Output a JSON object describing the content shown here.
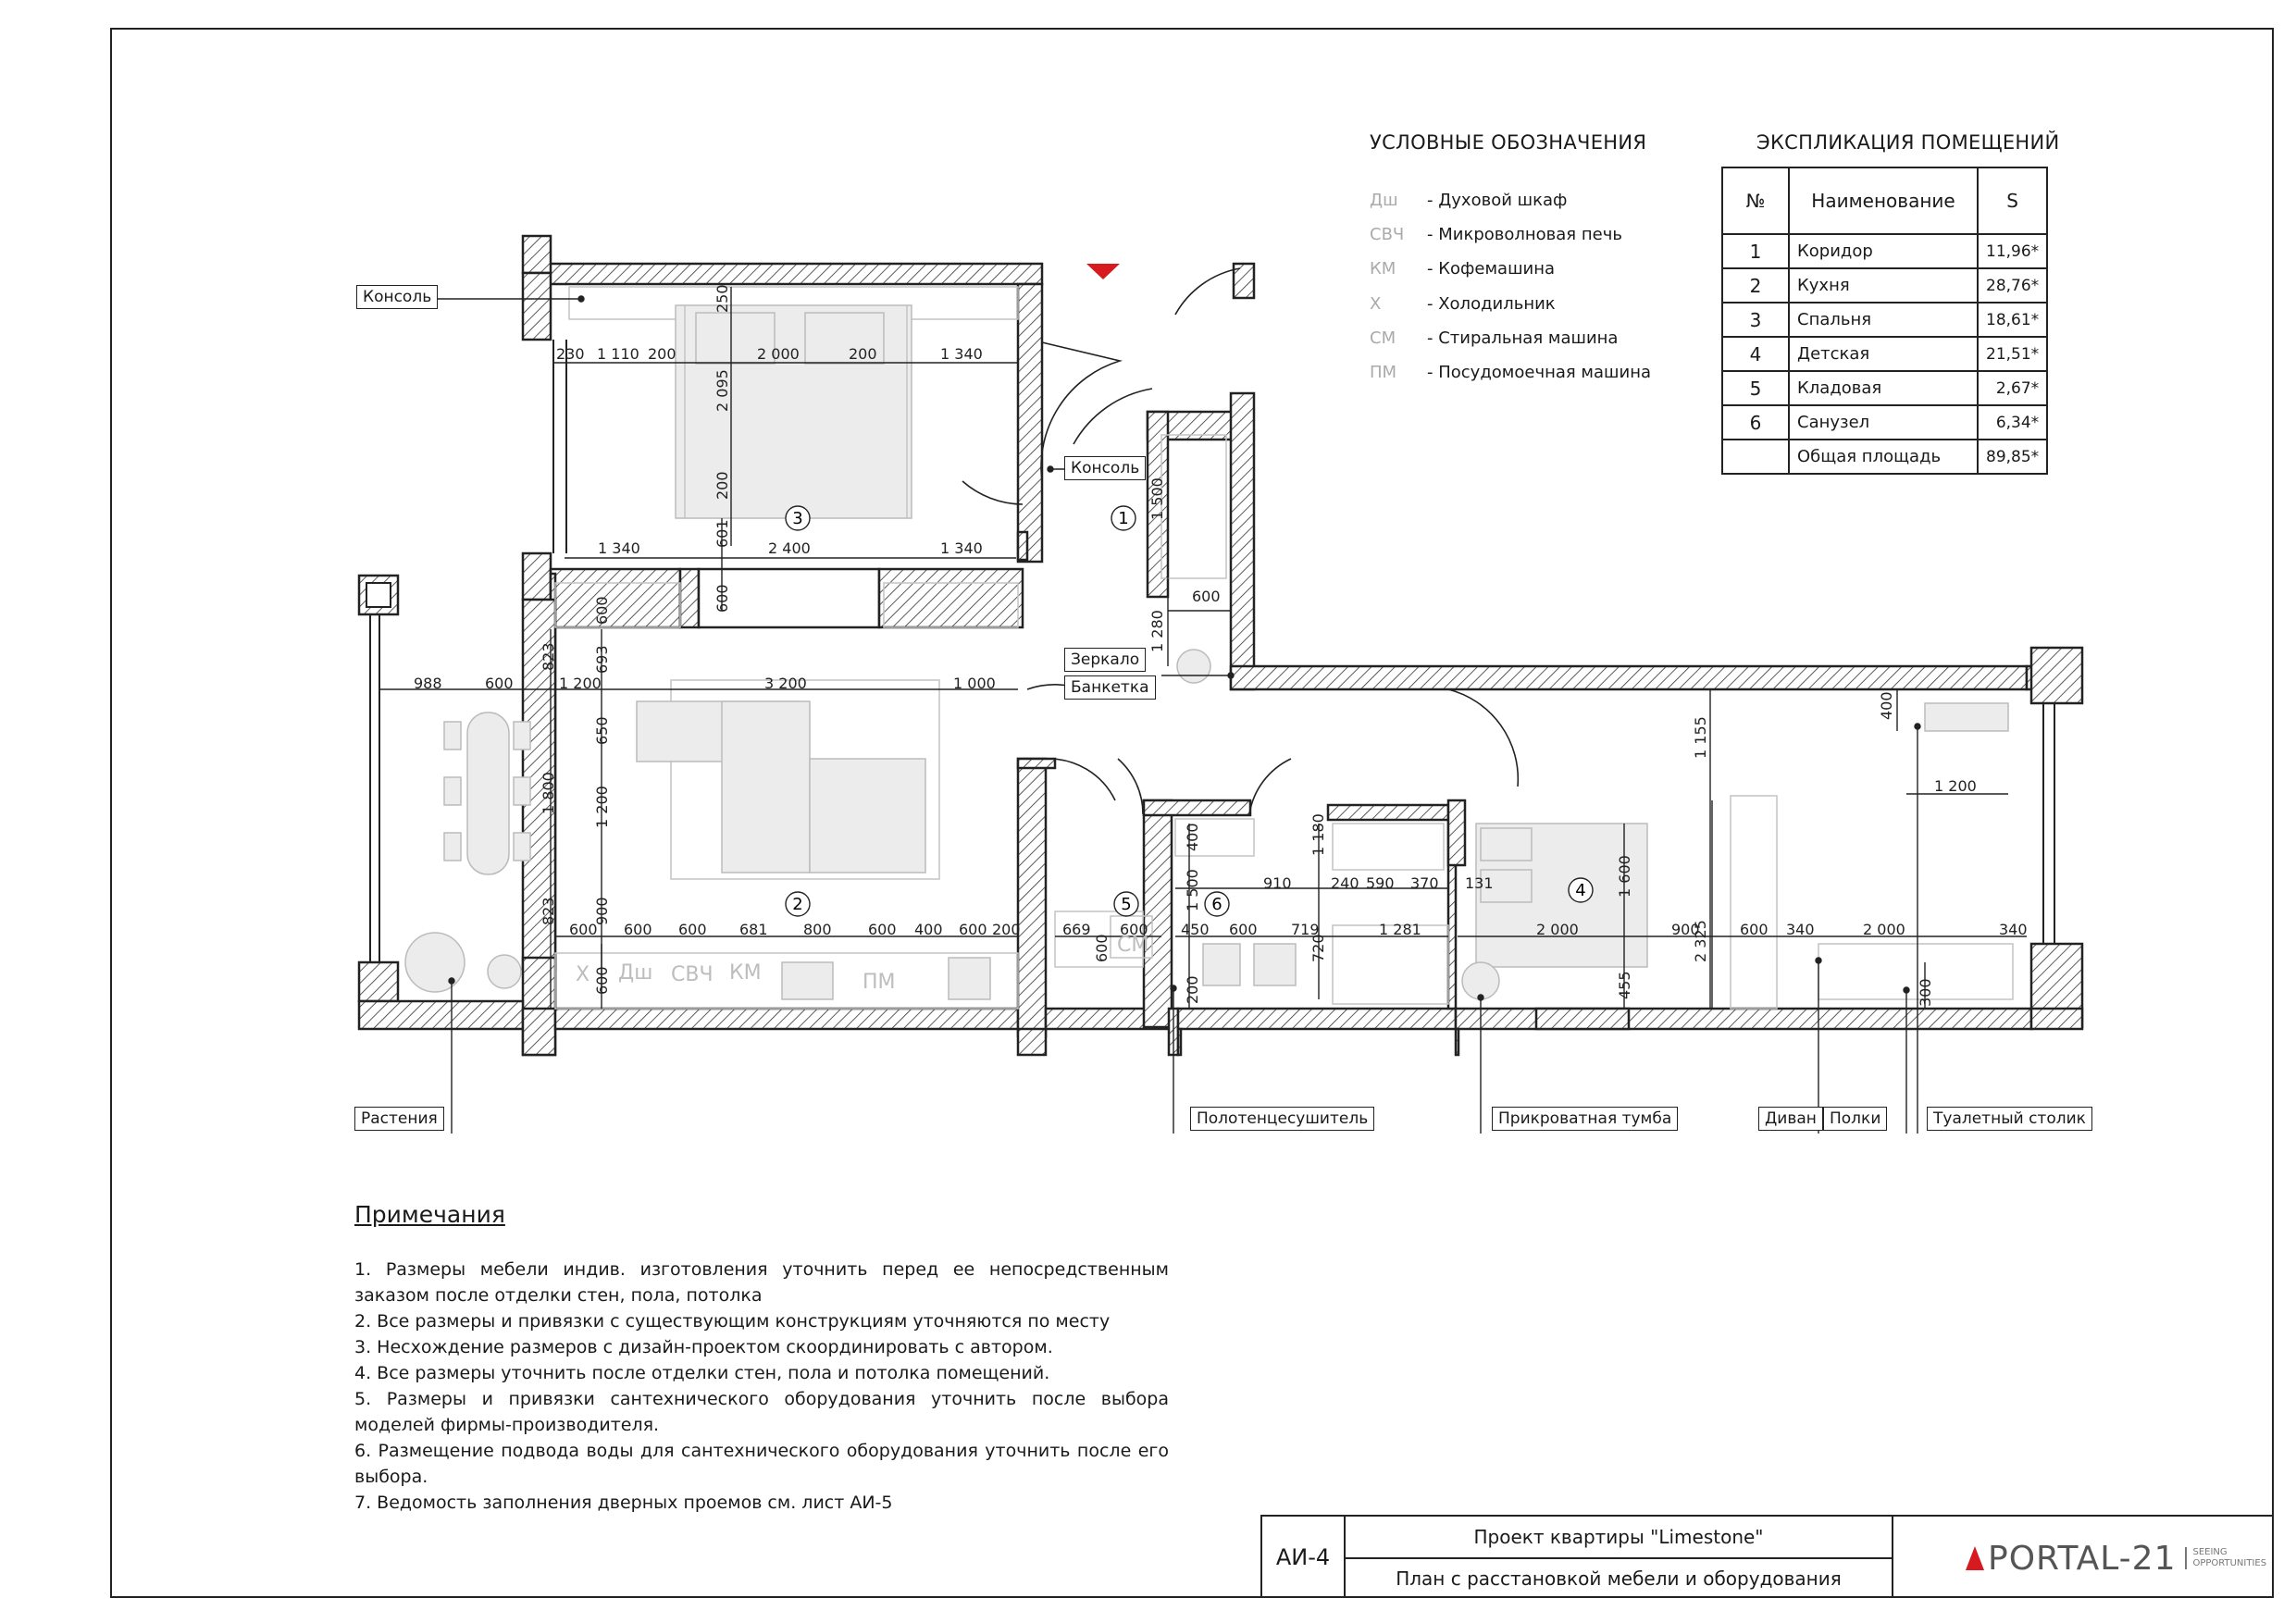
{
  "legend": {
    "title": "УСЛОВНЫЕ ОБОЗНАЧЕНИЯ",
    "items": [
      {
        "abbr": "Дш",
        "label": "- Духовой шкаф"
      },
      {
        "abbr": "СВЧ",
        "label": "- Микроволновая печь"
      },
      {
        "abbr": "КМ",
        "label": "- Кофемашина"
      },
      {
        "abbr": "Х",
        "label": "- Холодильник"
      },
      {
        "abbr": "СМ",
        "label": "- Стиральная машина"
      },
      {
        "abbr": "ПМ",
        "label": "- Посудомоечная машина"
      }
    ]
  },
  "explication": {
    "title": "ЭКСПЛИКАЦИЯ ПОМЕЩЕНИЙ",
    "headers": {
      "num": "№",
      "name": "Наименование",
      "area": "S"
    },
    "rows": [
      {
        "num": "1",
        "name": "Коридор",
        "area": "11,96*"
      },
      {
        "num": "2",
        "name": "Кухня",
        "area": "28,76*"
      },
      {
        "num": "3",
        "name": "Спальня",
        "area": "18,61*"
      },
      {
        "num": "4",
        "name": "Детская",
        "area": "21,51*"
      },
      {
        "num": "5",
        "name": "Кладовая",
        "area": "2,67*"
      },
      {
        "num": "6",
        "name": "Санузел",
        "area": "6,34*"
      },
      {
        "num": "",
        "name": "Общая площадь",
        "area": "89,85*"
      }
    ]
  },
  "callouts": {
    "console_top": "Консоль",
    "console_mid": "Консоль",
    "mirror": "Зеркало",
    "bench": "Банкетка",
    "plants": "Растения",
    "towel": "Полотенцесушитель",
    "nightstand": "Прикроватная тумба",
    "sofa": "Диван",
    "shelves": "Полки",
    "vanity": "Туалетный столик"
  },
  "rooms": {
    "r1": "1",
    "r2": "2",
    "r3": "3",
    "r4": "4",
    "r5": "5",
    "r6": "6"
  },
  "appliances": {
    "x": "Х",
    "dsh": "Дш",
    "svch": "СВЧ",
    "km": "КМ",
    "pm": "ПМ",
    "sm": "СМ"
  },
  "dimensions": {
    "bed_row": [
      "230",
      "1 110",
      "200",
      "2 000",
      "200",
      "1 340"
    ],
    "bed_v": [
      "250",
      "2 095",
      "200"
    ],
    "bed_bottom": [
      "1 340",
      "2 400",
      "1 340"
    ],
    "bed_v2": [
      "601",
      "600"
    ],
    "corr_v": [
      "1 500",
      "1 280"
    ],
    "corr_h": "600",
    "living_row": [
      "988",
      "600",
      "1 200",
      "3 200",
      "1 000"
    ],
    "living_v": [
      "823",
      "1 800",
      "823",
      "693",
      "650",
      "1 200",
      "900"
    ],
    "kitchen_row": [
      "600",
      "600",
      "600",
      "681",
      "800",
      "600",
      "400",
      "600",
      "200"
    ],
    "kitchen_v": "600",
    "store": [
      "669",
      "600",
      "600"
    ],
    "bath_row": [
      "910",
      "240",
      "590",
      "370",
      "131"
    ],
    "bath_v": [
      "400",
      "1 500",
      "1 180",
      "720",
      "200"
    ],
    "bath_bottom": [
      "450",
      "600",
      "719",
      "1 281"
    ],
    "child_row": [
      "2 000",
      "900",
      "600",
      "340",
      "2 000",
      "340"
    ],
    "child_v": [
      "1 155",
      "1 600",
      "455",
      "2 325",
      "400",
      "300"
    ],
    "child_top": "1 200"
  },
  "notes": {
    "title": "Примечания",
    "items": [
      "1. Размеры мебели индив. изготовления уточнить перед ее непосредственным заказом после отделки стен, пола, потолка",
      "2. Все размеры и привязки с существующим конструкциям уточняются по месту",
      "3. Несхождение размеров с дизайн-проектом скоординировать с автором.",
      "4. Все размеры уточнить после отделки стен, пола и потолка помещений.",
      "5. Размеры и привязки сантехнического оборудования уточнить после выбора моделей фирмы-производителя.",
      "6. Размещение подвода воды для сантехнического оборудования уточнить после его выбора.",
      "7. Ведомость заполнения дверных проемов см. лист АИ-5"
    ]
  },
  "stamp": {
    "code": "АИ-4",
    "project": "Проект квартиры \"Limestone\"",
    "subtitle": "План с расстановкой мебели и оборудования",
    "brand": "PORTAL-21",
    "tagline_1": "SEEING",
    "tagline_2": "OPPORTUNITIES"
  },
  "colors": {
    "accent_red": "#d71920",
    "wall_hatch": "#222222",
    "furniture_fill": "#ececec"
  }
}
